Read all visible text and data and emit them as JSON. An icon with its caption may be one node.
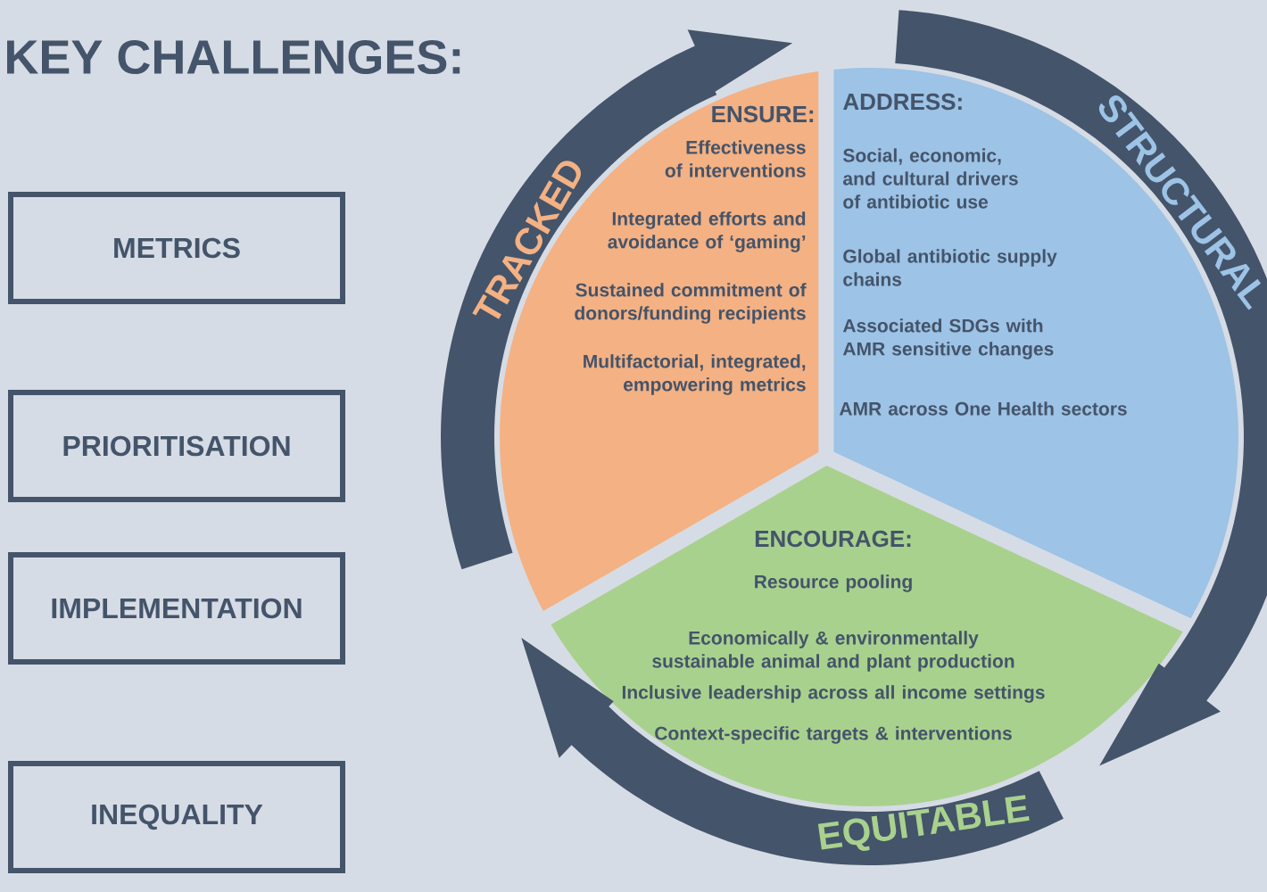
{
  "diagram": {
    "title": "KEY CHALLENGES:",
    "nodes": [
      {
        "text": [
          "METRICS"
        ]
      },
      {
        "text": [
          "PRIORITISATION"
        ]
      },
      {
        "text": [
          "IMPLEMENTATION"
        ]
      },
      {
        "text": [
          "INEQUALITY"
        ]
      },
      {
        "text": [
          "ENSURE:",
          "Effectiveness of interventions",
          "Integrated efforts and avoidance of ‘gaming’",
          "Sustained commitment of donors/funding recipients",
          "Multifactorial, integrated, empowering metrics"
        ]
      },
      {
        "text": [
          "ADDRESS:",
          "Social, economic, and cultural drivers of antibiotic use",
          "Global antibiotic supply chains",
          "Associated SDGs with AMR sensitive changes",
          "AMR across One Health sectors"
        ]
      },
      {
        "text": [
          "ENCOURAGE:",
          "Resource pooling",
          "Economically & environmentally sustainable animal and plant production",
          "Inclusive leadership across all income settings",
          "Context-specific targets & interventions"
        ]
      },
      {
        "text": [
          "TRACKED"
        ]
      },
      {
        "text": [
          "STRUCTURAL"
        ]
      },
      {
        "text": [
          "EQUITABLE"
        ]
      }
    ]
  }
}
